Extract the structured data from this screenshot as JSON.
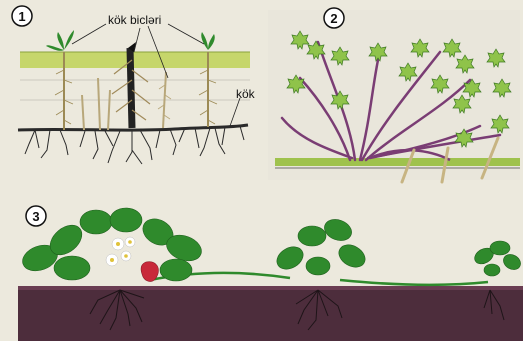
{
  "panels": [
    {
      "number": "1",
      "labels": {
        "root_buds": "kök bicləri",
        "root": "kök"
      }
    },
    {
      "number": "2"
    },
    {
      "number": "3"
    }
  ],
  "colors": {
    "page_bg": "#ece9dd",
    "soil_band": "#c6d66b",
    "soil_dark": "#4d2d3c",
    "leaf": "#2f8a2c",
    "leaf_light": "#8fc34a",
    "stem": "#7a3d74",
    "root": "#2a2a2a",
    "berry": "#c8283a"
  },
  "icons": [
    "circle-number-badge",
    "leaf-icon",
    "flower-icon",
    "strawberry-icon"
  ]
}
